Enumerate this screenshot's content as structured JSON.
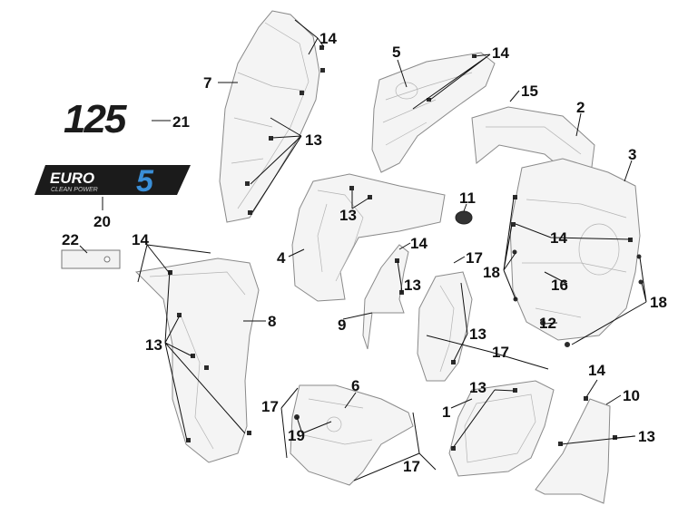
{
  "callouts": {
    "c1": "1",
    "c2": "2",
    "c3": "3",
    "c4": "4",
    "c5": "5",
    "c6": "6",
    "c7": "7",
    "c8": "8",
    "c9": "9",
    "c10": "10",
    "c11": "11",
    "c12": "12",
    "c13": "13",
    "c14": "14",
    "c15": "15",
    "c16": "16",
    "c17": "17",
    "c18": "18",
    "c19": "19",
    "c20": "20",
    "c21": "21",
    "c22": "22"
  },
  "decals": {
    "badge_125": "125",
    "euro_word": "EURO",
    "euro_digit": "5",
    "euro_sub": "CLEAN POWER"
  },
  "colors": {
    "euro_blue": "#3a8fd8",
    "decal_dark": "#1b1b1b"
  }
}
